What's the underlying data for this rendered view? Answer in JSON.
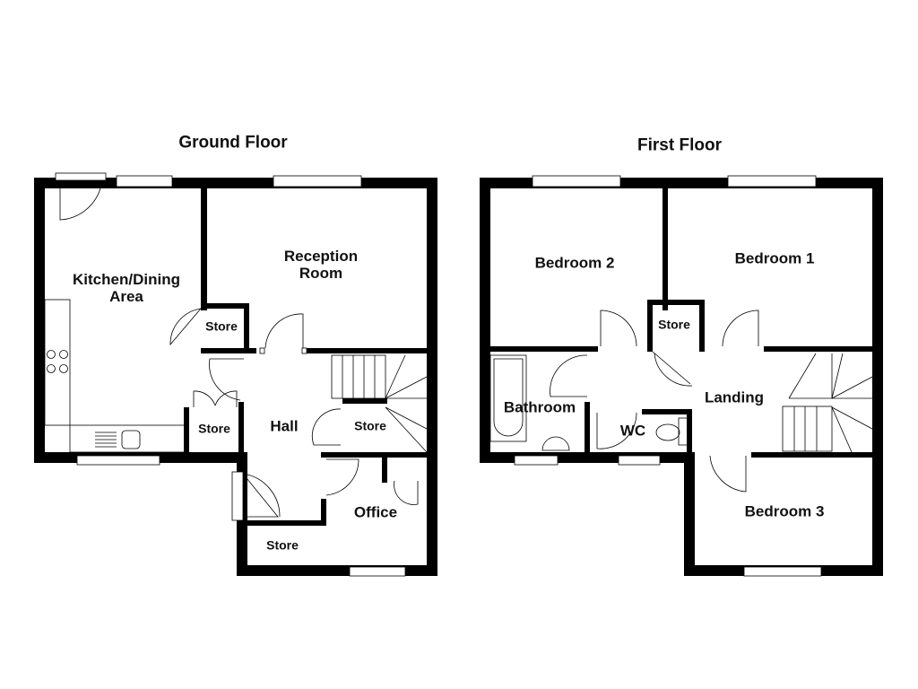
{
  "floors": [
    {
      "title": "Ground Floor",
      "rooms": [
        {
          "name": "Kitchen/Dining\nArea"
        },
        {
          "name": "Reception\nRoom"
        },
        {
          "name": "Store"
        },
        {
          "name": "Store"
        },
        {
          "name": "Hall"
        },
        {
          "name": "Store"
        },
        {
          "name": "Office"
        },
        {
          "name": "Store"
        }
      ]
    },
    {
      "title": "First Floor",
      "rooms": [
        {
          "name": "Bedroom 2"
        },
        {
          "name": "Bedroom 1"
        },
        {
          "name": "Store"
        },
        {
          "name": "Bathroom"
        },
        {
          "name": "Landing"
        },
        {
          "name": "WC"
        },
        {
          "name": "Bedroom 3"
        }
      ]
    }
  ],
  "colors": {
    "wall": "#000000",
    "background": "#ffffff"
  }
}
